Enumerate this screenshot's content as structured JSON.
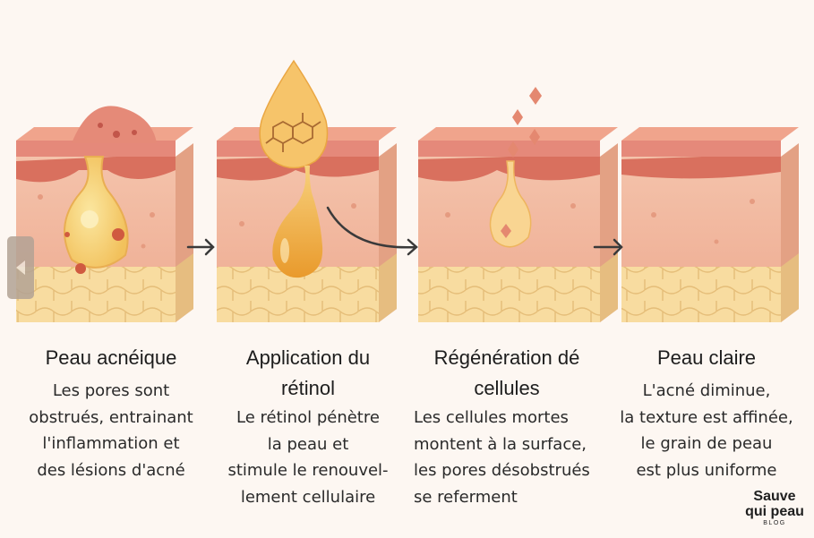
{
  "stages": [
    {
      "title": "Peau acnéique",
      "desc": [
        "Les pores sont",
        "obstrués, entrainant",
        "l'inflammation et",
        "des lésions d'acné"
      ]
    },
    {
      "title": "Application du rétinol",
      "desc": [
        "Le rétinol pénètre",
        "la peau et",
        "stimule le renouvel-",
        "lement cellulaire"
      ]
    },
    {
      "title": "Régénération dé cellules",
      "desc": [
        "Les cellules mortes",
        "montent à la surface,",
        "les pores désobstrués",
        "se referment"
      ]
    },
    {
      "title": "Peau claire",
      "desc": [
        "L'acné diminue,",
        "la texture est affinée,",
        "le grain de peau",
        "est plus uniforme"
      ]
    }
  ],
  "brand": {
    "line1": "Sauve",
    "line2": "qui peau",
    "line3": "BLOG"
  },
  "colors": {
    "epidermis": "#d9705e",
    "dermis": "#f0bba2",
    "fat": "#f7d79a",
    "oil": "#f3b64a",
    "arrow": "#3a3a3a"
  },
  "icons": {
    "nav": "chevron-left-icon",
    "arrow": "arrow-right-icon",
    "molecule": "molecule-icon"
  }
}
